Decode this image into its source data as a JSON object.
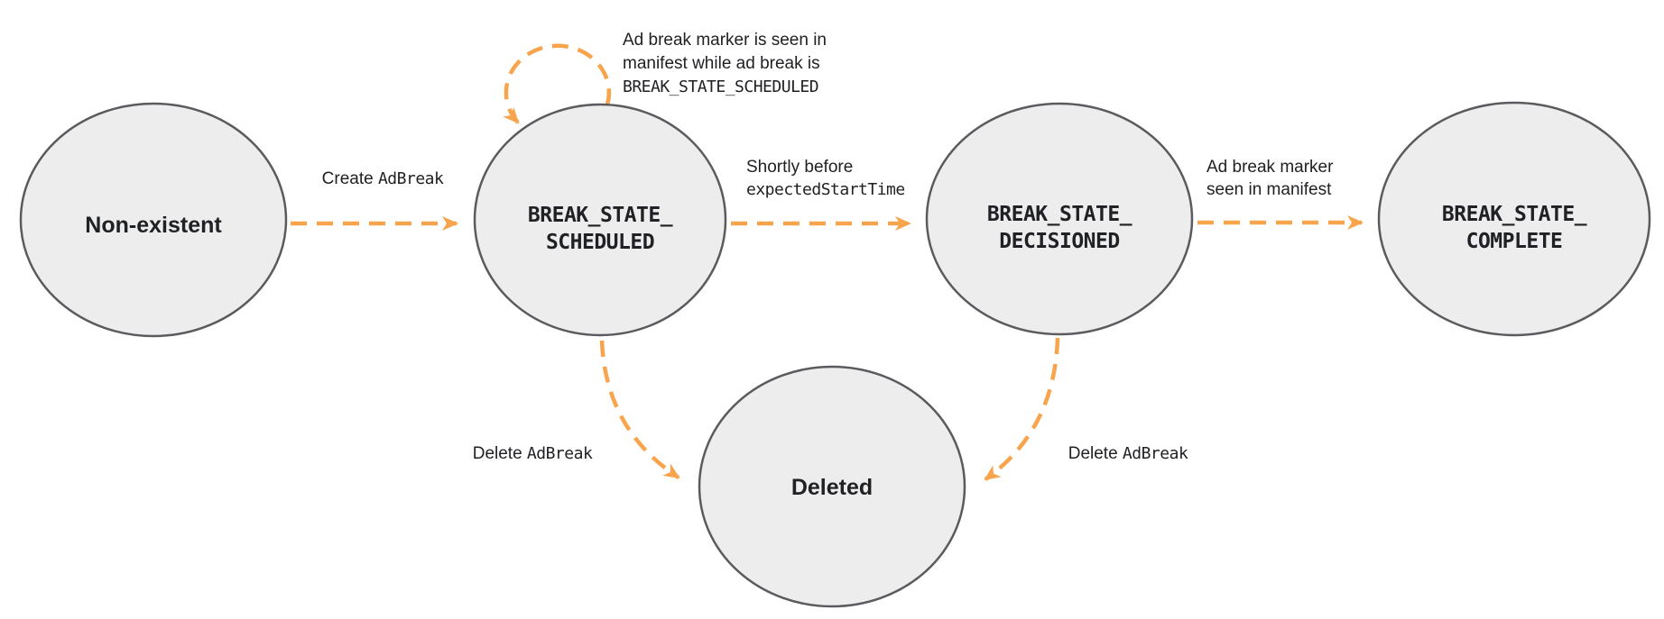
{
  "colors": {
    "arrow": "#f7a44c",
    "node_fill": "#ededed",
    "node_border": "#5b5b5f",
    "text": "#202124"
  },
  "nodes": {
    "non_existent": {
      "label": "Non-existent"
    },
    "scheduled": {
      "line1": "BREAK_STATE_",
      "line2": "SCHEDULED"
    },
    "decisioned": {
      "line1": "BREAK_STATE_",
      "line2": "DECISIONED"
    },
    "complete": {
      "line1": "BREAK_STATE_",
      "line2": "COMPLETE"
    },
    "deleted": {
      "label": "Deleted"
    }
  },
  "edges": {
    "create": {
      "plain": "Create ",
      "code": "AdBreak"
    },
    "self_loop": {
      "line1": "Ad break marker is seen in",
      "line2": "manifest while ad break is",
      "line3": "BREAK_STATE_SCHEDULED"
    },
    "decision": {
      "line1": "Shortly before",
      "code": "expectedStartTime"
    },
    "complete": {
      "line1": "Ad break marker",
      "line2": "seen in manifest"
    },
    "delete_left": {
      "plain": "Delete ",
      "code": "AdBreak"
    },
    "delete_right": {
      "plain": "Delete ",
      "code": "AdBreak"
    }
  }
}
